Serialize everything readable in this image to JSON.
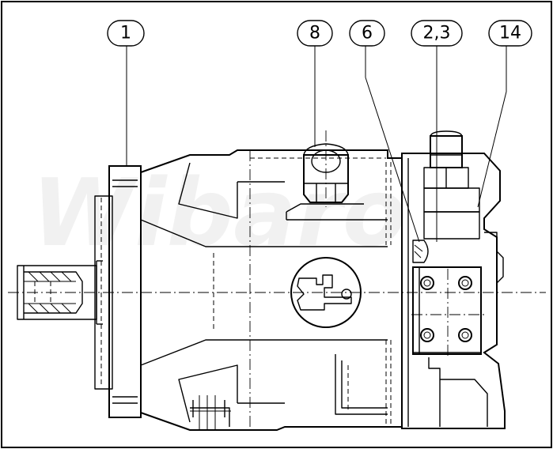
{
  "callouts": [
    {
      "id": "c1",
      "label": "1"
    },
    {
      "id": "c8",
      "label": "8"
    },
    {
      "id": "c6",
      "label": "6"
    },
    {
      "id": "c23",
      "label": "2,3"
    },
    {
      "id": "c14",
      "label": "14"
    }
  ],
  "watermark": {
    "text": "Wibaro"
  }
}
